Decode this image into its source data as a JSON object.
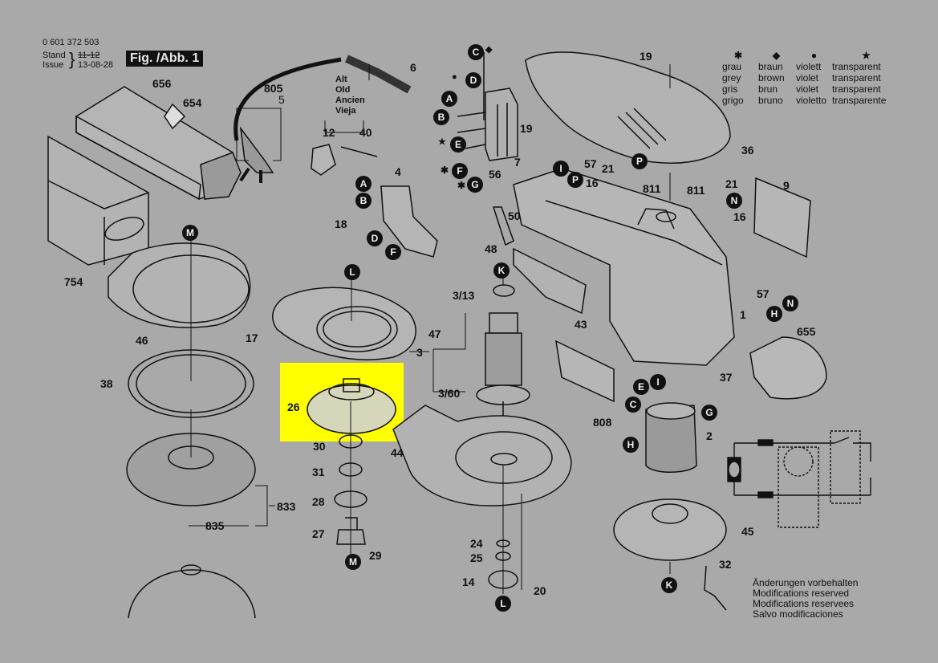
{
  "header": {
    "part_number": "0 601 372 503",
    "stand_label": "Stand",
    "issue_label": "Issue",
    "old_date": "11-12",
    "issue_date": "13-08-28",
    "figure_label": "Fig. /Abb. 1"
  },
  "color_legend": {
    "columns": [
      {
        "symbol": "✱",
        "symbol_name": "asterisk",
        "names": [
          "grau",
          "grey",
          "gris",
          "grigo"
        ]
      },
      {
        "symbol": "◆",
        "symbol_name": "diamond",
        "names": [
          "braun",
          "brown",
          "brun",
          "bruno"
        ]
      },
      {
        "symbol": "●",
        "symbol_name": "dot",
        "names": [
          "violett",
          "violet",
          "violet",
          "violetto"
        ]
      },
      {
        "symbol": "★",
        "symbol_name": "star",
        "names": [
          "transparent",
          "transparent",
          "transparent",
          "transparente"
        ]
      }
    ]
  },
  "old_version_note": [
    "Alt",
    "Old",
    "Ancien",
    "Vieja"
  ],
  "footer_notes": [
    "Änderungen vorbehalten",
    "Modifications reserved",
    "Modifications reservees",
    "Salvo modificaciones"
  ],
  "highlighted_part": "26",
  "highlight_color": "#ffff00",
  "part_labels": {
    "p656": "656",
    "p654": "654",
    "p754": "754",
    "p805": "805",
    "p5": "5",
    "p6": "6",
    "p12": "12",
    "p40": "40",
    "p4": "4",
    "p18": "18",
    "p56": "56",
    "p19a": "19",
    "p19b": "19",
    "p7": "7",
    "p57a": "57",
    "p21a": "21",
    "p16a": "16",
    "p811a": "811",
    "p811b": "811",
    "p21b": "21",
    "p16b": "16",
    "p36": "36",
    "p9": "9",
    "p50": "50",
    "p48": "48",
    "p1": "1",
    "p57b": "57",
    "p655": "655",
    "p37": "37",
    "p43": "43",
    "p47": "47",
    "p46": "46",
    "p17": "17",
    "p38": "38",
    "p26": "26",
    "p3_13": "3/13",
    "p3": "3",
    "p3_60": "3/60",
    "p808": "808",
    "p2": "2",
    "p30": "30",
    "p31": "31",
    "p28": "28",
    "p27": "27",
    "p29": "29",
    "p44": "44",
    "p833": "833",
    "p835": "835",
    "p24": "24",
    "p25": "25",
    "p14": "14",
    "p20": "20",
    "p45": "45",
    "p32": "32"
  },
  "connector_badges": {
    "C_top": "C",
    "D_top": "D",
    "A_top": "A",
    "B_top": "B",
    "E_top": "E",
    "F_top": "F",
    "G_top": "G",
    "A_sw": "A",
    "B_sw": "B",
    "D_sw": "D",
    "F_sw": "F",
    "I_top": "I",
    "P_a": "P",
    "P_b": "P",
    "N_a": "N",
    "N_b": "N",
    "H_a": "H",
    "M_a": "M",
    "L_a": "L",
    "K_a": "K",
    "E_st": "E",
    "I_st": "I",
    "C_st": "C",
    "G_st": "G",
    "H_st": "H",
    "M_b": "M",
    "L_b": "L",
    "K_b": "K"
  },
  "color_marks": {
    "C_top": "◆",
    "D_top": "●",
    "E_top": "★",
    "F_top": "✱",
    "G_top": "✱"
  }
}
